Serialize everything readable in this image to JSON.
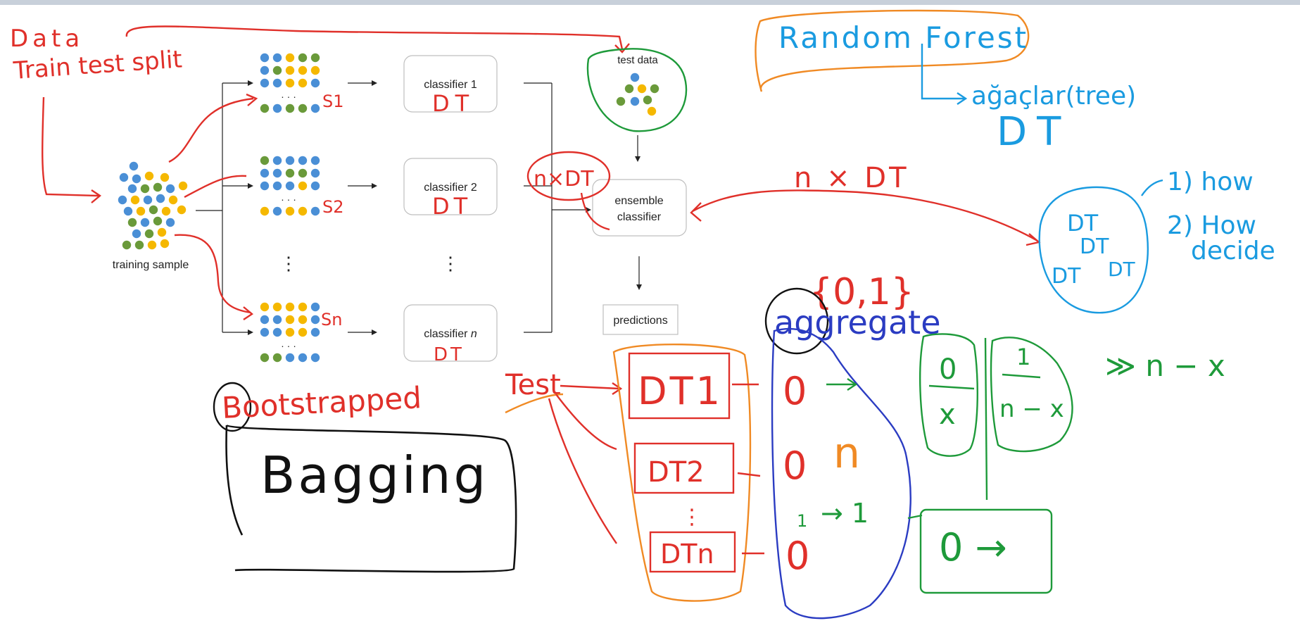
{
  "diagram": {
    "training_sample_label": "training sample",
    "test_data_label": "test data",
    "classifiers": [
      {
        "prefix": "classifier ",
        "index": "1"
      },
      {
        "prefix": "classifier ",
        "index": "2"
      },
      {
        "prefix": "classifier ",
        "index": "n"
      }
    ],
    "ensemble_label_line1": "ensemble",
    "ensemble_label_line2": "classifier",
    "predictions_label": "predictions",
    "ellipsis": "· · ·",
    "vdots": "⋮"
  },
  "annotations": {
    "data_line1": "Data",
    "data_line2": "Train test split",
    "random_forest": "Random Forest",
    "agaclar": "ağaçlar(tree)",
    "dt_big": "DT",
    "dt_labels": [
      "DT",
      "DT",
      "DT"
    ],
    "s_labels": [
      "S1",
      "S2",
      "Sn"
    ],
    "nxdt_small": "n×DT",
    "nxdt_big": "n × DT",
    "forest_dts": [
      "DT",
      "DT",
      "DT",
      "DT"
    ],
    "q1": "1) how",
    "q2_line1": "2) How",
    "q2_line2": "decide",
    "bootstrapped": "Bootstrapped",
    "bagging": "Bagging",
    "test": "Test",
    "dt_column": [
      "DT1",
      "DT2",
      "⋮",
      "DTn"
    ],
    "set01": "{0,1}",
    "aggregate": "aggregate",
    "outputs": [
      "0",
      "0",
      "1",
      "0"
    ],
    "arrow_one": "→ 1",
    "n_label": "n",
    "green_left_top": "0",
    "green_left_bottom": "x",
    "green_right_top": "1",
    "green_right_bottom": "n − x",
    "green_bottom": "0 →",
    "gtgt": "≫ n − x"
  },
  "colors": {
    "red_ink": "#e0302a",
    "blue_ink": "#1a9be0",
    "green_ink": "#1e9a3a",
    "orange_ink": "#f08a24",
    "navy_ink": "#2b3cc2",
    "black_ink": "#111111",
    "dot_blue": "#4a8fd6",
    "dot_yellow": "#f5b800",
    "dot_green": "#6a9a3a"
  }
}
